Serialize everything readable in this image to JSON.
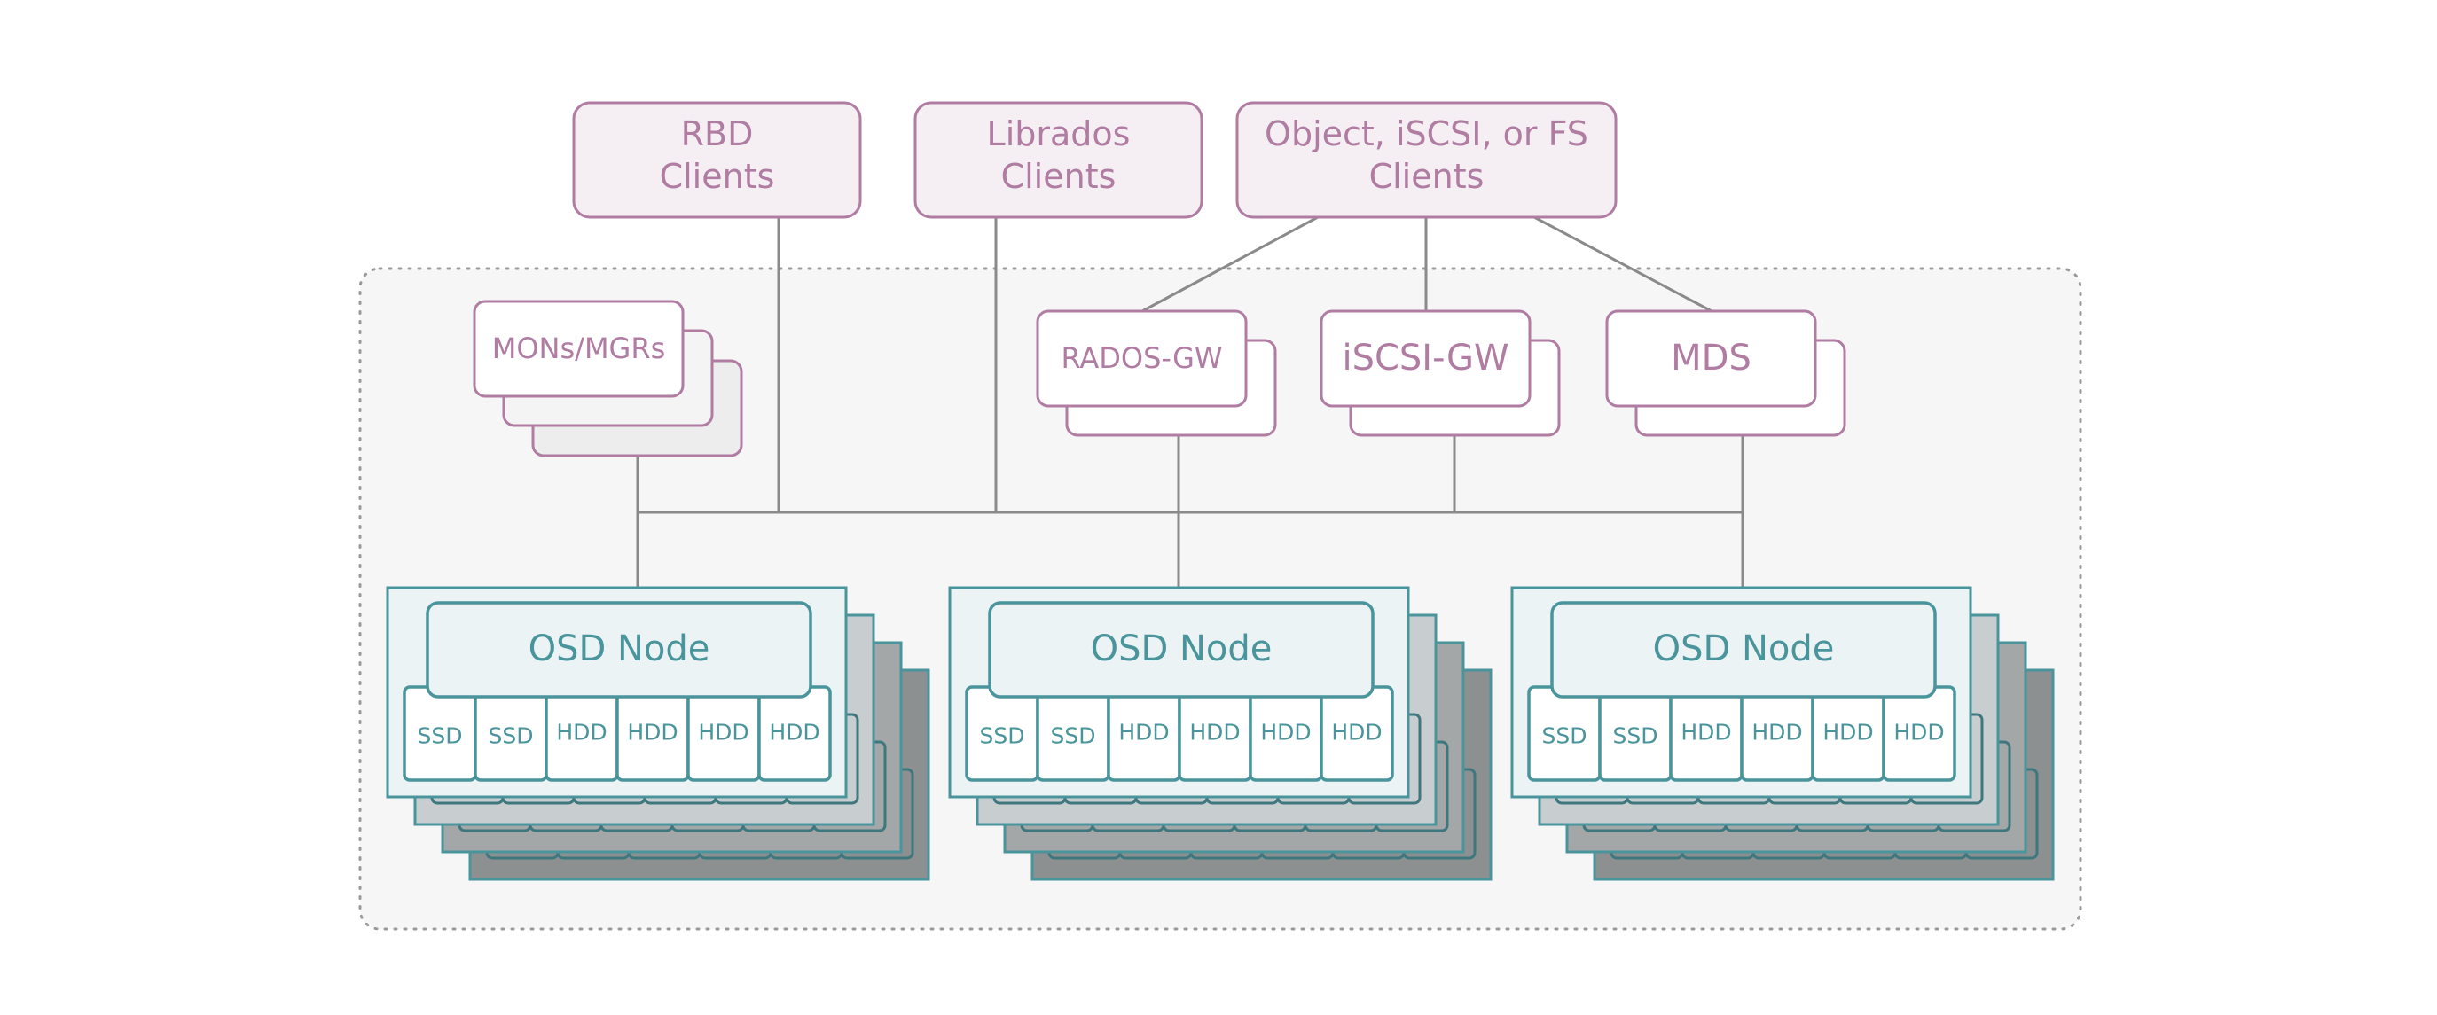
{
  "title": "Ceph cluster architecture",
  "clients": [
    {
      "id": "rbd",
      "lines": [
        "RBD",
        "Clients"
      ]
    },
    {
      "id": "librados",
      "lines": [
        "Librados",
        "Clients"
      ]
    },
    {
      "id": "object-iscsi-fs",
      "lines": [
        "Object, iSCSI, or FS",
        "Clients"
      ]
    }
  ],
  "services": [
    {
      "id": "mons-mgrs",
      "label": "MONs/MGRs",
      "layers": 3
    },
    {
      "id": "rados-gw",
      "label": "RADOS-GW",
      "layers": 2
    },
    {
      "id": "iscsi-gw",
      "label": "iSCSI-GW",
      "layers": 2
    },
    {
      "id": "mds",
      "label": "MDS",
      "layers": 2
    }
  ],
  "osd_nodes": [
    {
      "label": "OSD Node",
      "drives": [
        "SSD",
        "SSD",
        "HDD",
        "HDD",
        "HDD",
        "HDD"
      ],
      "stack_depth": 4
    },
    {
      "label": "OSD Node",
      "drives": [
        "SSD",
        "SSD",
        "HDD",
        "HDD",
        "HDD",
        "HDD"
      ],
      "stack_depth": 4
    },
    {
      "label": "OSD Node",
      "drives": [
        "SSD",
        "SSD",
        "HDD",
        "HDD",
        "HDD",
        "HDD"
      ],
      "stack_depth": 4
    }
  ],
  "colors": {
    "client_accent": "#B07CA2",
    "client_fill": "#F5EFF4",
    "osd_accent": "#4A949C",
    "osd_fill": "#EBF3F4",
    "osd_layers": [
      "#EBF3F4",
      "#C8CED0",
      "#A3A7A8",
      "#8C9090"
    ],
    "connector": "#8A8A8A",
    "cluster_fill": "#F6F6F6"
  }
}
